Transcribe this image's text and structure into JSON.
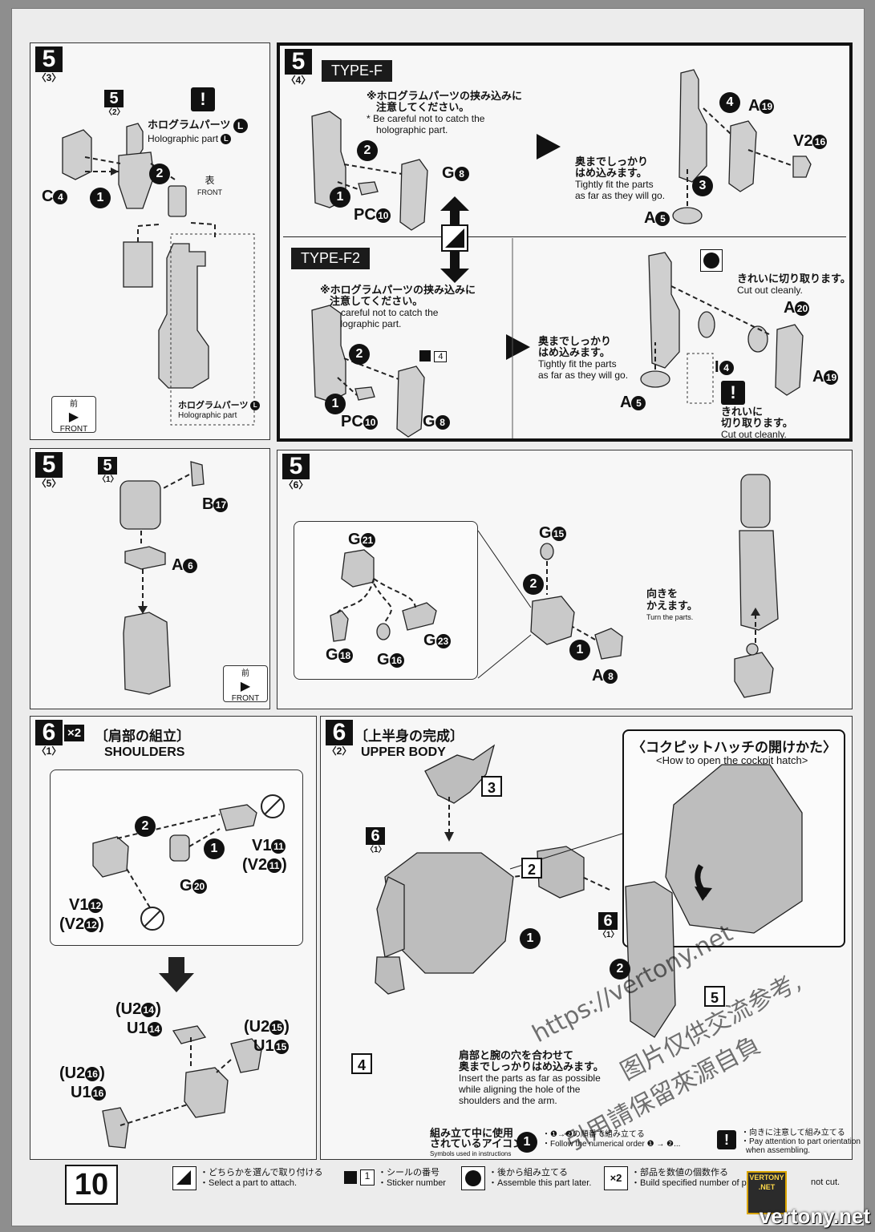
{
  "page_number": "10",
  "panel_5_3": {
    "step": "5",
    "substep": "〈3〉",
    "ref_step": "5",
    "ref_substep": "〈2〉",
    "holo_jp": "ホログラムパーツ",
    "holo_en": "Holographic part",
    "holo_mark": "L",
    "part_c4": "C",
    "part_c4_num": "4",
    "step1": "1",
    "step2": "2",
    "front_jp": "表",
    "front_en": "FRONT",
    "front2_jp": "前",
    "front2_en": "FRONT",
    "holo2_jp": "ホログラムパーツ",
    "holo2_en": "Holographic part"
  },
  "panel_5_4": {
    "step": "5",
    "substep": "〈4〉",
    "type_f": "TYPE-F",
    "type_f2": "TYPE-F2",
    "caution_jp_1": "※ホログラムパーツの挟み込みに",
    "caution_jp_2": "注意してください。",
    "caution_en_1": "* Be careful not to catch the",
    "caution_en_2": "holographic part.",
    "caution2_jp_1": "※ホログラムパーツの挟み込みに",
    "caution2_jp_2": "注意してください。",
    "caution2_en_1": "* Be careful not to catch the",
    "caution2_en_2": "holographic part.",
    "g8": "G",
    "g8_num": "8",
    "pc10": "PC",
    "pc10_num": "10",
    "g8b": "G",
    "g8b_num": "8",
    "pc10b": "PC",
    "pc10b_num": "10",
    "fit_jp_1": "奥までしっかり",
    "fit_jp_2": "はめ込みます。",
    "fit_en_1": "Tightly fit the parts",
    "fit_en_2": "as far as they will go.",
    "fit2_jp_1": "奥までしっかり",
    "fit2_jp_2": "はめ込みます。",
    "fit2_en_1": "Tightly fit the parts",
    "fit2_en_2": "as far as they will go.",
    "a19": "A",
    "a19_num": "19",
    "v216": "V2",
    "v216_num": "16",
    "a5": "A",
    "a5_num": "5",
    "a5b": "A",
    "a5b_num": "5",
    "a20": "A",
    "a20_num": "20",
    "a19b": "A",
    "a19b_num": "19",
    "i4": "I",
    "i4_num": "4",
    "cut_jp": "きれいに切り取ります。",
    "cut_en": "Cut out cleanly.",
    "cut2_jp_1": "きれいに",
    "cut2_jp_2": "切り取ります。",
    "cut2_en": "Cut out cleanly.",
    "sticker_num": "4",
    "s1": "1",
    "s2": "2",
    "s3": "3",
    "s4": "4"
  },
  "panel_5_5": {
    "step": "5",
    "substep": "〈5〉",
    "ref_step": "5",
    "ref_substep": "〈1〉",
    "b17": "B",
    "b17_num": "17",
    "a6": "A",
    "a6_num": "6",
    "front_jp": "前",
    "front_en": "FRONT"
  },
  "panel_5_6": {
    "step": "5",
    "substep": "〈6〉",
    "g21": "G",
    "g21_num": "21",
    "g23": "G",
    "g23_num": "23",
    "g18": "G",
    "g18_num": "18",
    "g16": "G",
    "g16_num": "16",
    "g15": "G",
    "g15_num": "15",
    "a8": "A",
    "a8_num": "8",
    "turn_jp_1": "向きを",
    "turn_jp_2": "かえます。",
    "turn_en": "Turn the parts.",
    "s1": "1",
    "s2": "2"
  },
  "panel_6_1": {
    "step": "6",
    "substep": "〈1〉",
    "times": "×2",
    "title_jp": "〔肩部の組立〕",
    "title_en": "SHOULDERS",
    "v111": "V1",
    "v111_num": "11",
    "v211": "(V2",
    "v211_num": "11",
    "v211_close": ")",
    "v112": "V1",
    "v112_num": "12",
    "v212": "(V2",
    "v212_num": "12",
    "v212_close": ")",
    "g20": "G",
    "g20_num": "20",
    "u214": "(U2",
    "u214_num": "14",
    "u214_close": ")",
    "u114": "U1",
    "u114_num": "14",
    "u215": "(U2",
    "u215_num": "15",
    "u215_close": ")",
    "u115": "U1",
    "u115_num": "15",
    "u216": "(U2",
    "u216_num": "16",
    "u216_close": ")",
    "u116": "U1",
    "u116_num": "16",
    "s1": "1",
    "s2": "2"
  },
  "panel_6_2": {
    "step": "6",
    "substep": "〈2〉",
    "title_jp": "〔上半身の完成〕",
    "title_en": "UPPER BODY",
    "hatch_jp": "〈コクピットハッチの開けかた〉",
    "hatch_en": "<How to open the cockpit hatch>",
    "ref_6": "6",
    "ref_6_sub": "〈1〉",
    "ref_6b": "6",
    "ref_6b_sub": "〈1〉",
    "box2": "2",
    "box3": "3",
    "box4": "4",
    "box5": "5",
    "insert_jp_1": "肩部と腕の穴を合わせて",
    "insert_jp_2": "奥までしっかりはめ込みます。",
    "insert_en_1": "Insert the parts as far as possible",
    "insert_en_2": "while aligning the hole of the",
    "insert_en_3": "shoulders and the arm.",
    "s1": "1",
    "s2": "2"
  },
  "legend": {
    "icons_title_jp_1": "組み立て中に使用",
    "icons_title_jp_2": "されているアイコン",
    "icons_title_en": "Symbols used in instructions",
    "order_jp": "・❶→❷の順番で組み立てる",
    "order_en": "・Follow the numerical order ❶ → ❷...",
    "orient_jp": "・向きに注意して組み立てる",
    "orient_en_1": "・Pay attention to part orientation",
    "orient_en_2": "when assembling.",
    "select_jp": "・どちらかを選んで取り付ける",
    "select_en": "・Select a part to attach.",
    "sticker_jp": "・シールの番号",
    "sticker_en": "・Sticker number",
    "sticker_num": "1",
    "later_jp": "・後から組み立てる",
    "later_en": "・Assemble this part later.",
    "times_jp": "・部品を数値の個数作る",
    "times_en": "・Build specified number of parts.",
    "times_icon": "×2",
    "notcut_en": "not cut."
  },
  "watermark": {
    "line1": "图片仅供交流参考,",
    "line2": "https://vertony.net",
    "line3": "引用請保留來源自負"
  },
  "brand": "vertony.net",
  "logo_1": "VERTONY",
  "logo_2": ".NET"
}
